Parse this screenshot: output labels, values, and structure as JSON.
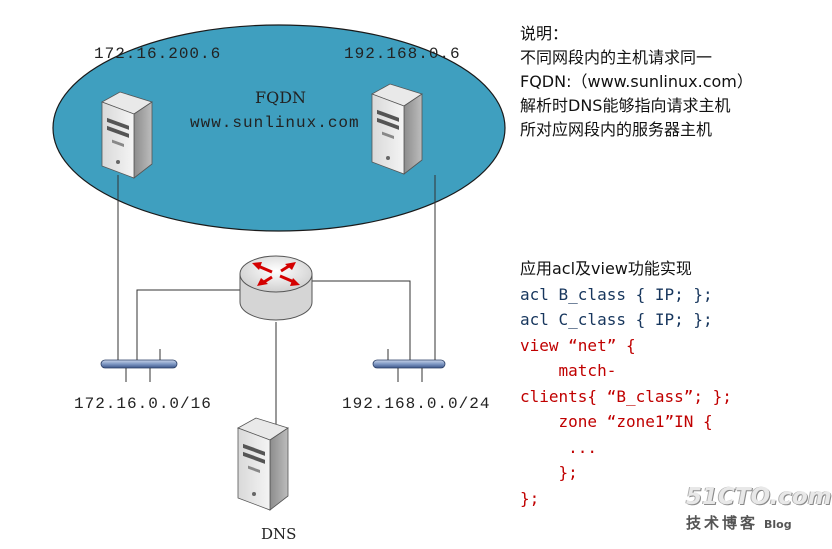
{
  "network": {
    "server_left_ip": "172.16.200.6",
    "server_right_ip": "192.168.0.6",
    "fqdn_label": "FQDN",
    "fqdn_value": "www.sunlinux.com",
    "subnet_left": "172.16.0.0/16",
    "subnet_right": "192.168.0.0/24",
    "dns_label": "DNS"
  },
  "note": {
    "lines": [
      "说明：",
      "不同网段内的主机请求同一",
      "FQDN:（www.sunlinux.com）",
      "解析时DNS能够指向请求主机",
      "所对应网段内的服务器主机"
    ]
  },
  "code": {
    "heading": "应用acl及view功能实现",
    "lines": [
      "acl B_class { IP; };",
      "acl C_class { IP; };",
      "view “net” {",
      "    match-",
      "clients{ “B_class”; };",
      "    zone “zone1”IN {",
      "     ...",
      "    };",
      "};"
    ]
  },
  "colors": {
    "ellipse": "#3f9fbf",
    "code_blue": "#17365d",
    "code_red": "#c00000"
  },
  "watermark": {
    "title": "51CTO.com",
    "subtitle": "技术博客",
    "tag": "Blog"
  }
}
